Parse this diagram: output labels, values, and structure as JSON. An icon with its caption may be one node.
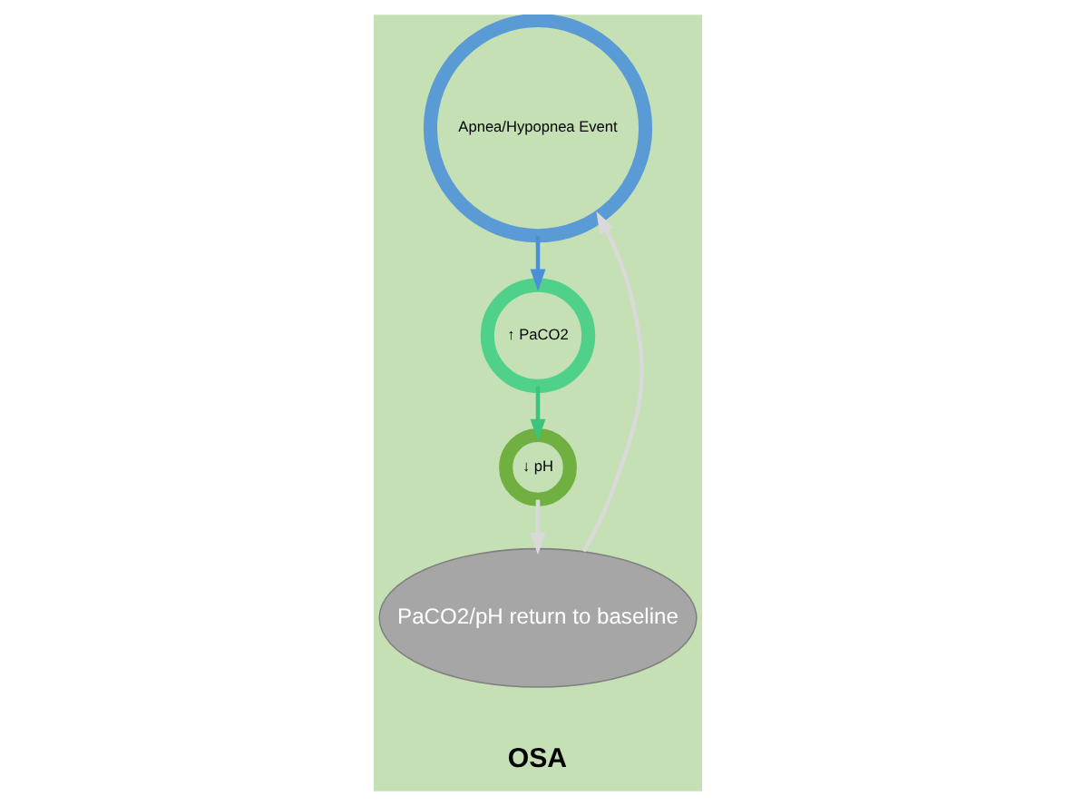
{
  "diagram": {
    "nodes": [
      {
        "text": [
          "Apnea/Hypopnea Event"
        ]
      },
      {
        "text": [
          "↑ PaCO2"
        ]
      },
      {
        "text": [
          "↓ pH"
        ]
      },
      {
        "text": [
          "PaCO2/pH return to baseline"
        ]
      }
    ],
    "edges": [
      {
        "from": 0,
        "to": 1,
        "arrow": "to",
        "color": "#4a90d9"
      },
      {
        "from": 1,
        "to": 2,
        "arrow": "to",
        "color": "#3cc47c"
      },
      {
        "from": 2,
        "to": 3,
        "arrow": "to",
        "color": "#d9d9d9"
      },
      {
        "from": 3,
        "to": 0,
        "arrow": "to",
        "color": "#d9d9d9"
      }
    ],
    "labels": [
      "OSA"
    ]
  }
}
